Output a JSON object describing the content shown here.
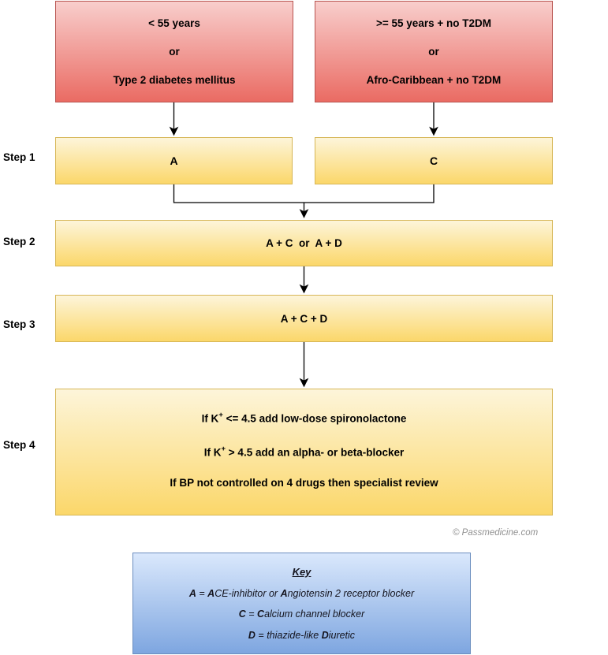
{
  "diagram": {
    "criteria_left": {
      "line1": "< 55 years",
      "line2": "or",
      "line3": "Type 2 diabetes mellitus"
    },
    "criteria_right": {
      "line1": ">= 55 years + no T2DM",
      "line2": "or",
      "line3": "Afro-Caribbean + no T2DM"
    },
    "step_labels": {
      "s1": "Step 1",
      "s2": "Step 2",
      "s3": "Step 3",
      "s4": "Step 4"
    },
    "step1": {
      "left_box": "A",
      "right_box": "C"
    },
    "step2": {
      "text": "A + C  or  A + D"
    },
    "step3": {
      "text": "A + C + D"
    },
    "step4": {
      "line1_pre": "If K",
      "line1_sup": "+",
      "line1_post": " <= 4.5 add low-dose spironolactone",
      "line2_pre": "If K",
      "line2_sup": "+",
      "line2_post": " > 4.5 add an alpha- or beta-blocker",
      "line3": "If BP not controlled on 4 drugs then specialist review"
    },
    "copyright": "© Passmedicine.com",
    "key": {
      "title": "Key",
      "a": {
        "s1": "A",
        "s2": " = ",
        "s3": "A",
        "s4": "CE-inhibitor or ",
        "s5": "A",
        "s6": "ngiotensin 2 receptor blocker"
      },
      "c": {
        "s1": "C",
        "s2": " = ",
        "s3": "C",
        "s4": "alcium channel blocker"
      },
      "d": {
        "s1": "D",
        "s2": " = thiazide-like ",
        "s3": "D",
        "s4": "iuretic"
      }
    },
    "colors": {
      "red_fill_top": "#f8cecc",
      "red_fill_bottom": "#ea6b63",
      "red_stroke": "#b85450",
      "yellow_fill_top": "#fdf5da",
      "yellow_fill_bottom": "#fbd76a",
      "yellow_stroke": "#d6b656",
      "blue_fill_top": "#dae8fc",
      "blue_fill_bottom": "#7ea6e0",
      "blue_stroke": "#6c8ebf",
      "arrow": "#000000",
      "copyright_gray": "#919191"
    }
  }
}
